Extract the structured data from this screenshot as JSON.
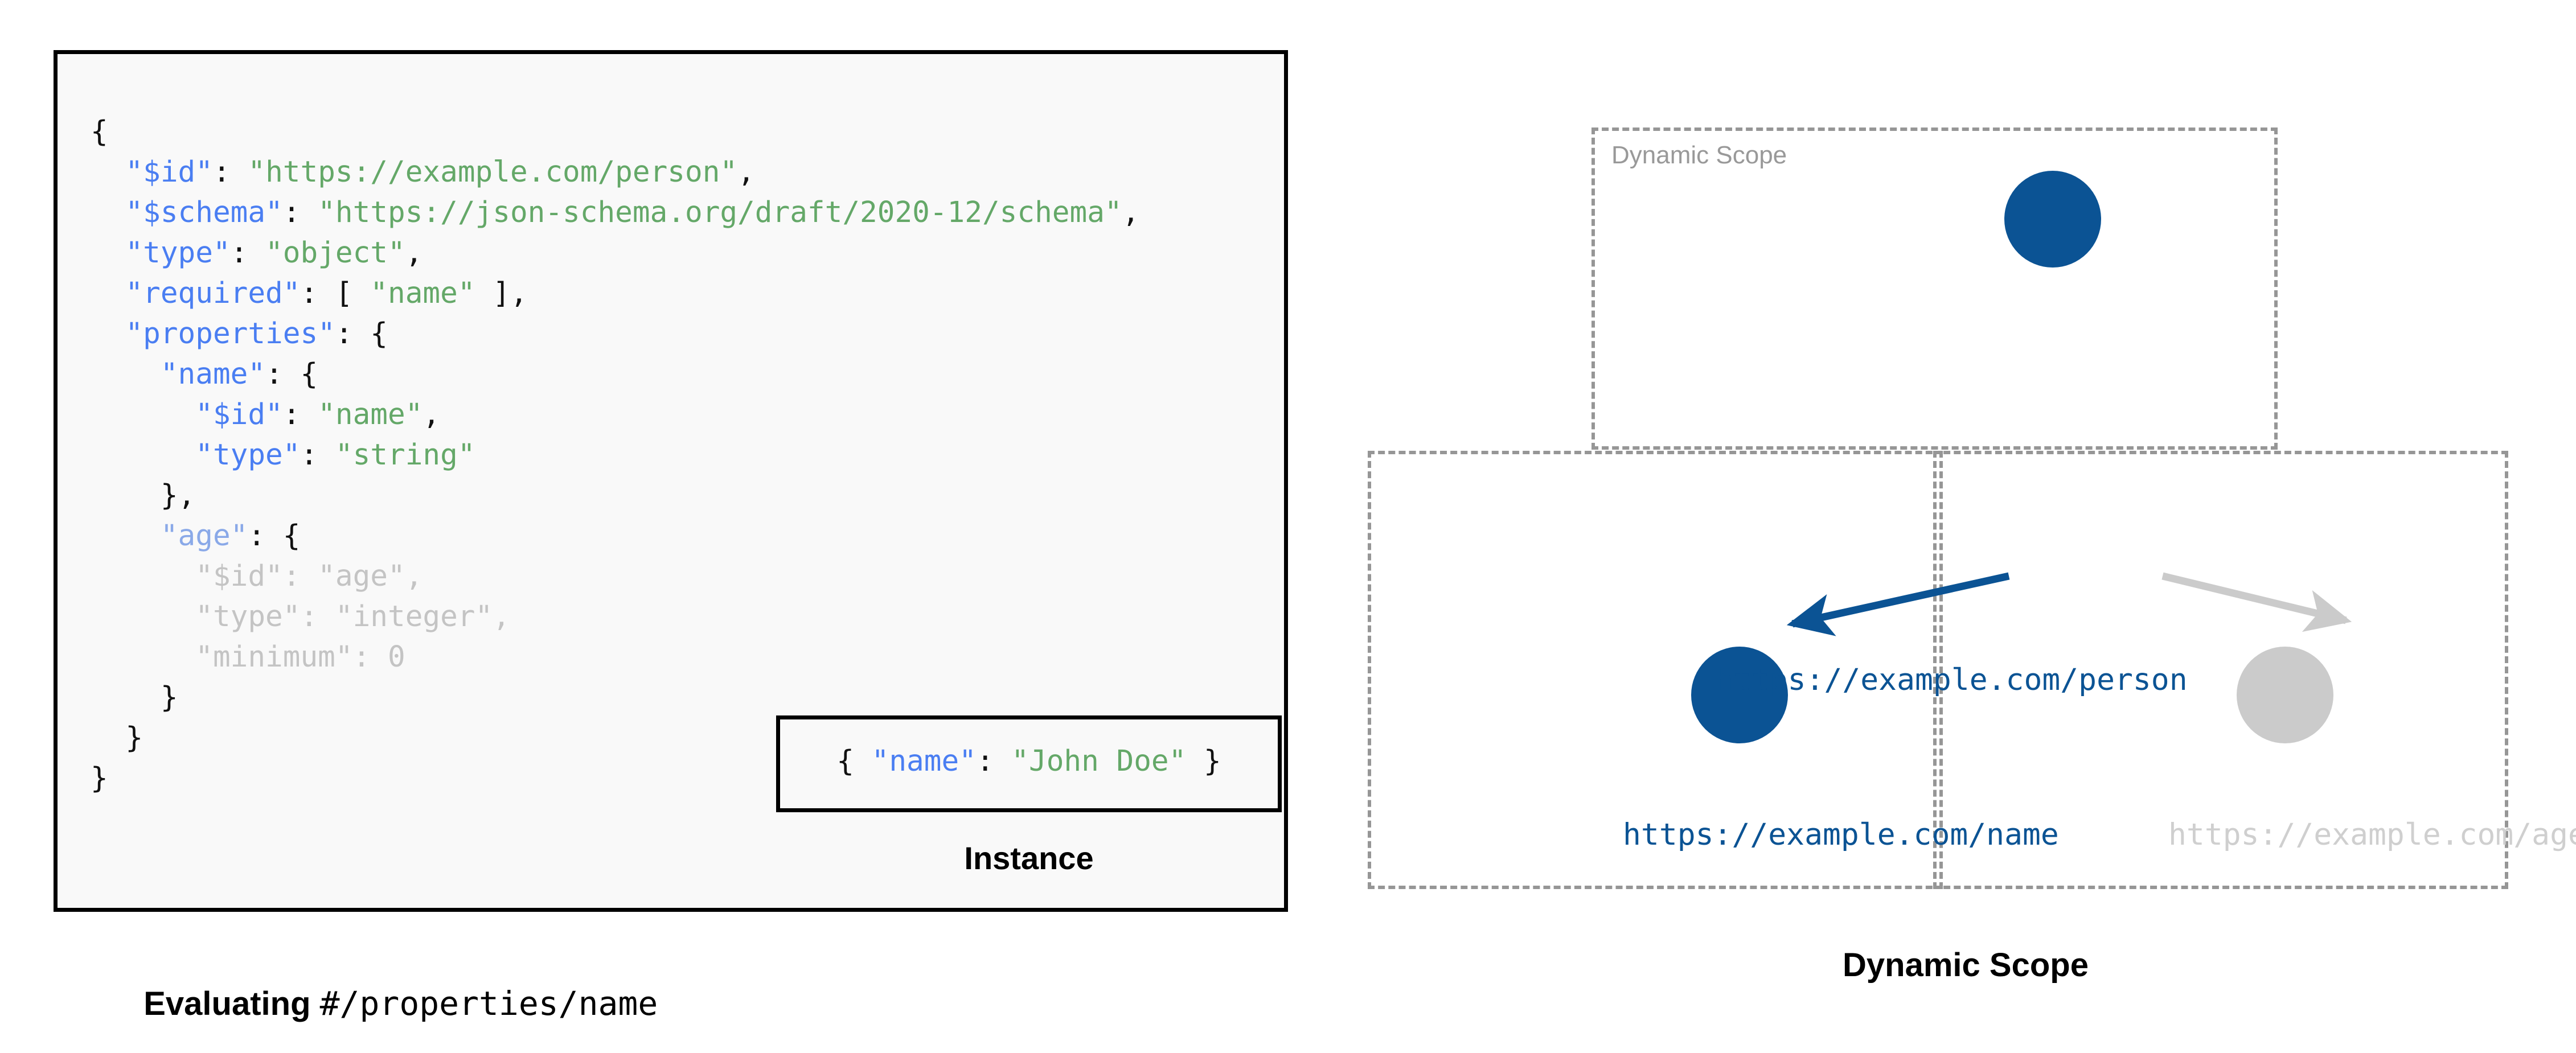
{
  "left": {
    "panel_title": "schema-code-panel",
    "schema_lines": [
      [
        {
          "t": "{",
          "c": "p"
        }
      ],
      [
        {
          "t": "  ",
          "c": "p"
        },
        {
          "t": "\"$id\"",
          "c": "k"
        },
        {
          "t": ": ",
          "c": "p"
        },
        {
          "t": "\"https://example.com/person\"",
          "c": "s"
        },
        {
          "t": ",",
          "c": "p"
        }
      ],
      [
        {
          "t": "  ",
          "c": "p"
        },
        {
          "t": "\"$schema\"",
          "c": "k"
        },
        {
          "t": ": ",
          "c": "p"
        },
        {
          "t": "\"https://json-schema.org/draft/2020-12/schema\"",
          "c": "s"
        },
        {
          "t": ",",
          "c": "p"
        }
      ],
      [
        {
          "t": "  ",
          "c": "p"
        },
        {
          "t": "\"type\"",
          "c": "k"
        },
        {
          "t": ": ",
          "c": "p"
        },
        {
          "t": "\"object\"",
          "c": "s"
        },
        {
          "t": ",",
          "c": "p"
        }
      ],
      [
        {
          "t": "  ",
          "c": "p"
        },
        {
          "t": "\"required\"",
          "c": "k"
        },
        {
          "t": ": [ ",
          "c": "p"
        },
        {
          "t": "\"name\"",
          "c": "s"
        },
        {
          "t": " ],",
          "c": "p"
        }
      ],
      [
        {
          "t": "  ",
          "c": "p"
        },
        {
          "t": "\"properties\"",
          "c": "k"
        },
        {
          "t": ": {",
          "c": "p"
        }
      ],
      [
        {
          "t": "    ",
          "c": "p"
        },
        {
          "t": "\"name\"",
          "c": "k"
        },
        {
          "t": ": {",
          "c": "p"
        }
      ],
      [
        {
          "t": "      ",
          "c": "p"
        },
        {
          "t": "\"$id\"",
          "c": "k"
        },
        {
          "t": ": ",
          "c": "p"
        },
        {
          "t": "\"name\"",
          "c": "s"
        },
        {
          "t": ",",
          "c": "p"
        }
      ],
      [
        {
          "t": "      ",
          "c": "p"
        },
        {
          "t": "\"type\"",
          "c": "k"
        },
        {
          "t": ": ",
          "c": "p"
        },
        {
          "t": "\"string\"",
          "c": "s"
        }
      ],
      [
        {
          "t": "    },",
          "c": "p"
        }
      ],
      [
        {
          "t": "    ",
          "c": "p"
        },
        {
          "t": "\"age\"",
          "c": "k-dim"
        },
        {
          "t": ": {",
          "c": "p"
        }
      ],
      [
        {
          "t": "      ",
          "c": "p"
        },
        {
          "t": "\"$id\": \"age\",",
          "c": "dim"
        }
      ],
      [
        {
          "t": "      ",
          "c": "p"
        },
        {
          "t": "\"type\": \"integer\",",
          "c": "dim"
        }
      ],
      [
        {
          "t": "      ",
          "c": "p"
        },
        {
          "t": "\"minimum\": 0",
          "c": "dim"
        }
      ],
      [
        {
          "t": "    }",
          "c": "p"
        }
      ],
      [
        {
          "t": "  }",
          "c": "p"
        }
      ],
      [
        {
          "t": "}",
          "c": "p"
        }
      ]
    ],
    "instance": {
      "code_parts": [
        {
          "t": "{ ",
          "c": "p"
        },
        {
          "t": "\"name\"",
          "c": "k"
        },
        {
          "t": ": ",
          "c": "p"
        },
        {
          "t": "\"John Doe\"",
          "c": "s"
        },
        {
          "t": " }",
          "c": "p"
        }
      ],
      "caption": "Instance"
    },
    "caption_bold": "Evaluating ",
    "caption_mono": "#/properties/name"
  },
  "right": {
    "scope_label": "Dynamic Scope",
    "nodes": [
      {
        "id": "person",
        "url": "https://example.com/person",
        "color": "#0b5394",
        "active": true
      },
      {
        "id": "name",
        "url": "https://example.com/name",
        "color": "#0b5394",
        "active": true
      },
      {
        "id": "age",
        "url": "https://example.com/age",
        "color": "#cbcbcb",
        "active": false
      }
    ],
    "arrows": [
      {
        "from": "person",
        "to": "name",
        "color": "#0b5394"
      },
      {
        "from": "person",
        "to": "age",
        "color": "#cbcbcb"
      }
    ],
    "caption": "Dynamic Scope"
  },
  "colors": {
    "accent_blue": "#0b5394",
    "muted_gray": "#cbcbcb",
    "dash_gray": "#969696",
    "key_blue": "#4a7ef2",
    "string_green": "#64a868",
    "panel_bg": "#f9f9f9"
  }
}
